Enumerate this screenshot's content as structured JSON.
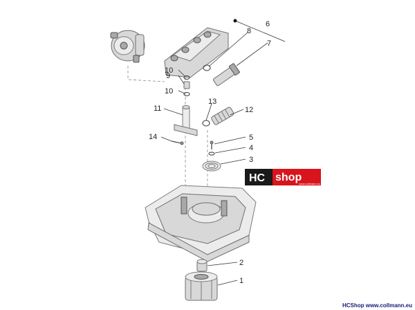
{
  "callouts": [
    {
      "id": "6",
      "text": "6"
    },
    {
      "id": "8",
      "text": "8"
    },
    {
      "id": "7",
      "text": "7"
    },
    {
      "id": "10a",
      "text": "10"
    },
    {
      "id": "9",
      "text": "9"
    },
    {
      "id": "10b",
      "text": "10"
    },
    {
      "id": "11",
      "text": "11"
    },
    {
      "id": "13",
      "text": "13"
    },
    {
      "id": "12",
      "text": "12"
    },
    {
      "id": "14",
      "text": "14"
    },
    {
      "id": "5",
      "text": "5"
    },
    {
      "id": "4",
      "text": "4"
    },
    {
      "id": "3",
      "text": "3"
    },
    {
      "id": "2",
      "text": "2"
    },
    {
      "id": "1",
      "text": "1"
    }
  ],
  "logo": {
    "hc": "HC",
    "shop": "shop",
    "sub": "www.collmann.eu",
    "colors": {
      "hc_bg": "#1a1a1a",
      "shop_bg": "#d8141c",
      "text": "#ffffff"
    }
  },
  "footer": {
    "text": "HCShop www.collmann.eu"
  }
}
